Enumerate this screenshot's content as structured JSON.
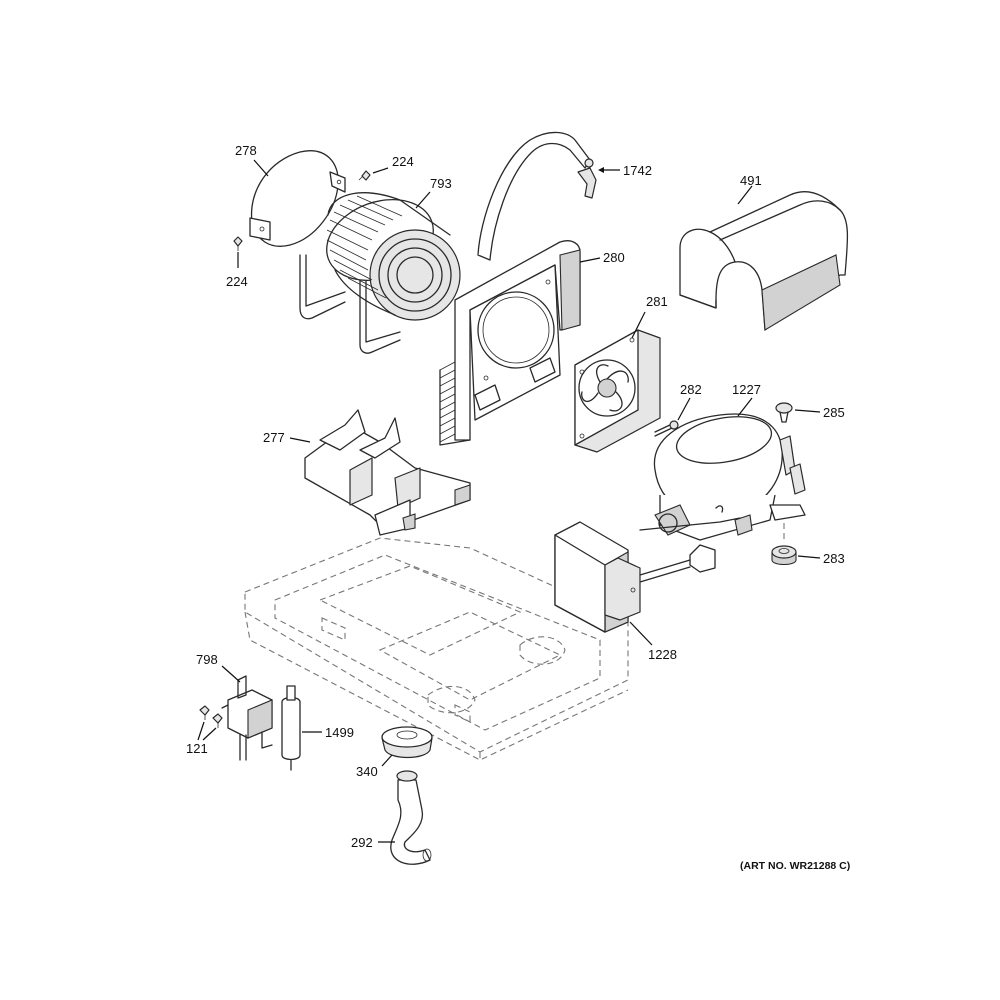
{
  "labels": {
    "p278": "278",
    "p224a": "224",
    "p224b": "224",
    "p793": "793",
    "p1742": "1742",
    "p491": "491",
    "p280": "280",
    "p281": "281",
    "p282": "282",
    "p1227": "1227",
    "p285": "285",
    "p277": "277",
    "p283": "283",
    "p1228": "1228",
    "p798": "798",
    "p121": "121",
    "p1499": "1499",
    "p340": "340",
    "p292": "292"
  },
  "art_number": "(ART NO. WR21288 C)"
}
